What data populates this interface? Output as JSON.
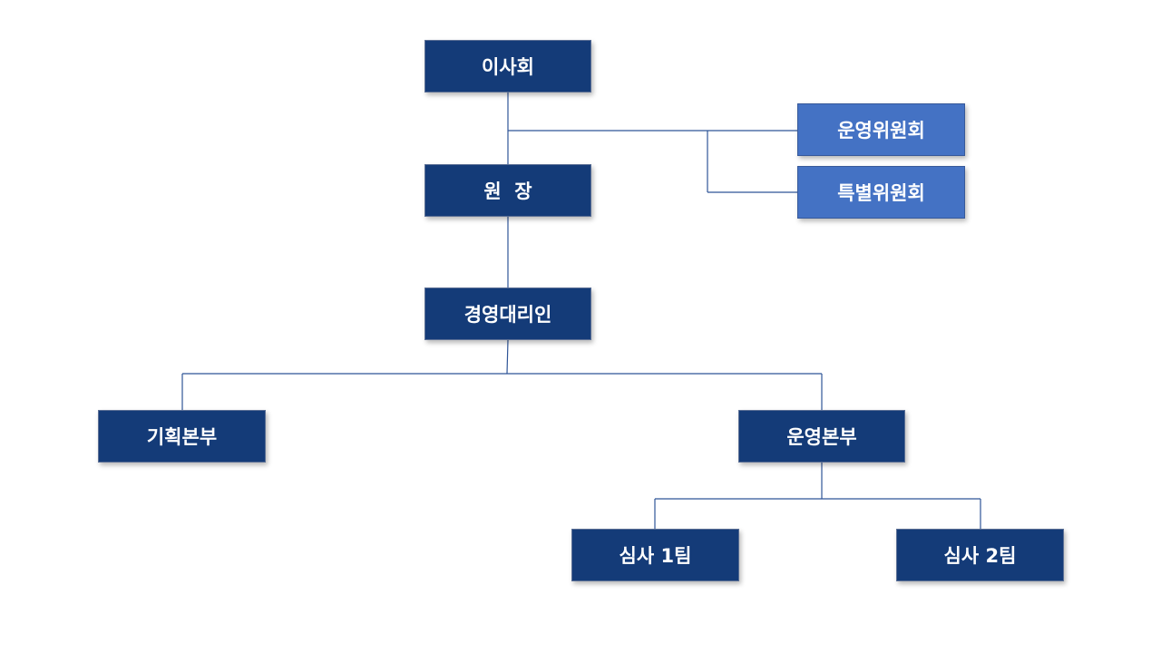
{
  "colors": {
    "node_dark": "#143b78",
    "node_light": "#4472c4",
    "connector": "#2f5597"
  },
  "nodes": {
    "board": "이사회",
    "director": "원  장",
    "operating_committee": "운영위원회",
    "special_committee": "특별위원회",
    "acting_manager": "경영대리인",
    "planning_division": "기획본부",
    "operation_division": "운영본부",
    "review_team_1": "심사 1팀",
    "review_team_2": "심사 2팀"
  }
}
